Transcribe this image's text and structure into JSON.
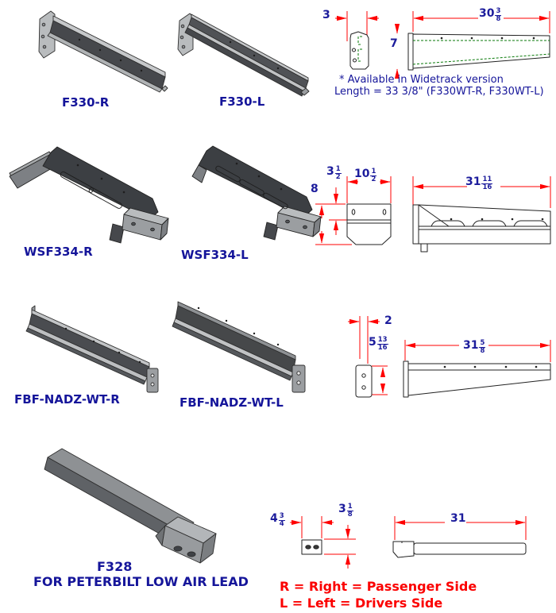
{
  "colors": {
    "dimension_red": "#ff0000",
    "text_blue": "#1c1c9c",
    "legend_red": "#fb0000",
    "hidden_line_green": "#0a7a0a",
    "part_gray_dark": "#46484c",
    "part_gray_light": "#b9bcbe"
  },
  "rows": {
    "f330": {
      "left_label": "F330-R",
      "right_label": "F330-L",
      "dims": {
        "gap": "3",
        "height": "7",
        "length": {
          "whole": "30",
          "num": "3",
          "den": "8"
        }
      },
      "notes": {
        "line1": "* Available in Widetrack version",
        "line2": "Length = 33 3/8\"  (F330WT-R, F330WT-L)"
      }
    },
    "wsf334": {
      "left_label": "WSF334-R",
      "right_label": "WSF334-L",
      "dims": {
        "offset": {
          "whole": "3",
          "num": "1",
          "den": "2"
        },
        "width": {
          "whole": "10",
          "num": "1",
          "den": "2"
        },
        "height": "8",
        "length": {
          "whole": "31",
          "num": "11",
          "den": "16"
        }
      }
    },
    "fbf": {
      "left_label": "FBF-NADZ-WT-R",
      "right_label": "FBF-NADZ-WT-L",
      "dims": {
        "width": "2",
        "height": {
          "whole": "5",
          "num": "13",
          "den": "16"
        },
        "length": {
          "whole": "31",
          "num": "5",
          "den": "8"
        }
      }
    },
    "f328": {
      "label": "F328",
      "caption": "FOR PETERBILT LOW AIR LEAD",
      "dims": {
        "width": {
          "whole": "4",
          "num": "3",
          "den": "4"
        },
        "height": {
          "whole": "3",
          "num": "1",
          "den": "8"
        },
        "length": "31"
      }
    }
  },
  "legend": {
    "line1": "R = Right = Passenger Side",
    "line2": "L = Left = Drivers Side"
  }
}
